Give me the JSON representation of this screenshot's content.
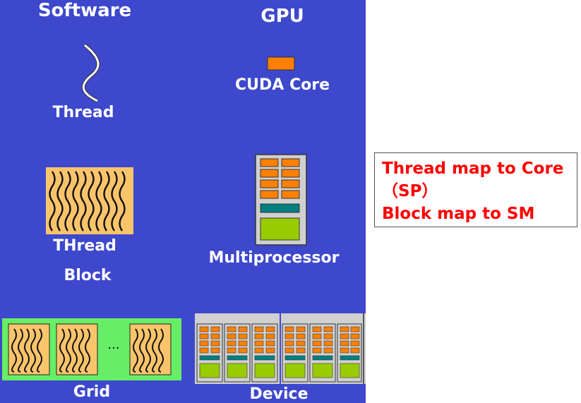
{
  "software_label": "Software",
  "gpu_label": "GPU",
  "thread_label": "Thread",
  "cuda_core_label": "CUDA Core",
  "thread_block_line1": "THread",
  "thread_block_line2": "Block",
  "multiprocessor_label": "Multiprocessor",
  "grid_label": "Grid",
  "grid_ellipsis": "...",
  "device_label": "Device",
  "note": {
    "line1": "Thread map to Core",
    "line2": "（SP）",
    "line3": "Block map to SM"
  },
  "colors": {
    "panel_bg": "#3d48cc",
    "block_fill": "#f9c46a",
    "grid_fill": "#66ee66",
    "core_orange": "#ff8000",
    "sm_teal": "#007f7f",
    "sm_green": "#99cc00",
    "sm_gray": "#d0d0d0",
    "note_text": "#ff0000"
  }
}
